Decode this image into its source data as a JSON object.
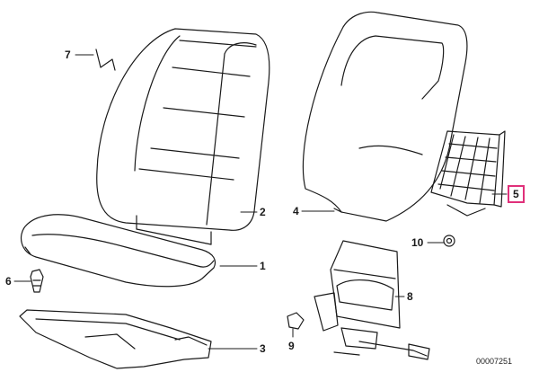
{
  "callouts": {
    "p1": "1",
    "p2": "2",
    "p3": "3",
    "p4": "4",
    "p5": "5",
    "p6": "6",
    "p7": "7",
    "p8": "8",
    "p9": "9",
    "p10": "10"
  },
  "highlighted_part": "5",
  "highlight_color": "#e0307a",
  "reference_code": "00007251"
}
